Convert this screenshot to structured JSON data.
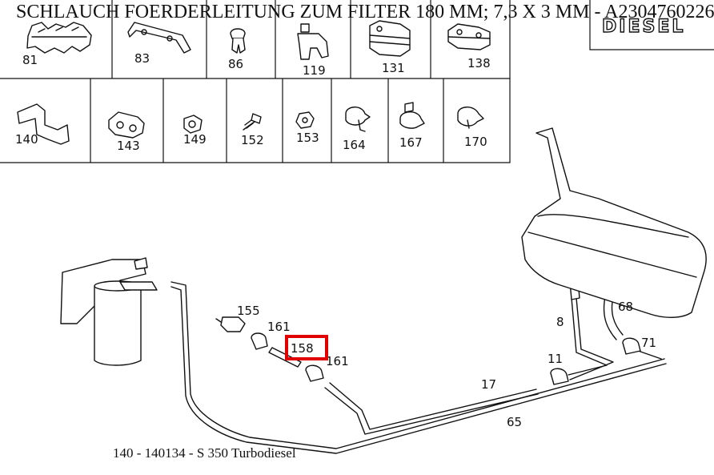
{
  "title": "SCHLAUCH FOERDERLEITUNG ZUM FILTER 180 MM; 7,3 X 3 MM - A2304760226",
  "footer": "140 - 140134 - S 350 Turbodiesel",
  "logo_text": "DIESEL",
  "parts_grid": {
    "row1": [
      "81",
      "83",
      "86",
      "119",
      "131",
      "138"
    ],
    "row2": [
      "140",
      "143",
      "149",
      "152",
      "153",
      "164",
      "167",
      "170"
    ]
  },
  "callouts": [
    "155",
    "161",
    "161",
    "17",
    "8",
    "68",
    "71",
    "11",
    "65"
  ],
  "highlighted": {
    "label": "158",
    "color": "#e00000"
  }
}
